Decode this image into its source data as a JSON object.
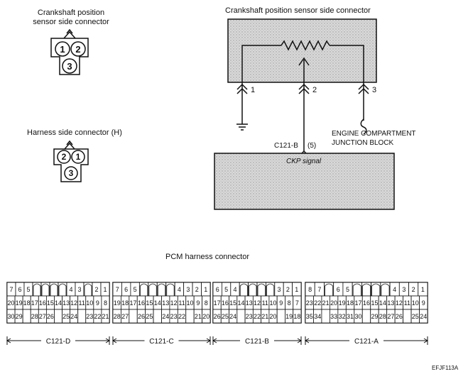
{
  "left_sensor": {
    "title_line1": "Crankshaft position",
    "title_line2": "sensor side connector",
    "pins": [
      "1",
      "2",
      "3"
    ]
  },
  "left_harness": {
    "title": "Harness side connector (H)",
    "pins": [
      "2",
      "1",
      "3"
    ]
  },
  "schematic": {
    "sensor_title": "Crankshaft position sensor side connector",
    "pin1": "1",
    "pin2": "2",
    "pin3": "3",
    "junction_line1": "ENGINE COMPARTMENT",
    "junction_line2": "JUNCTION BLOCK",
    "pcm_pin_label": "C121-B",
    "pcm_pin_number": "(5)",
    "signal_label": "CKP signal"
  },
  "pcm": {
    "title": "PCM harness connector",
    "connectors": [
      {
        "name": "C121-D",
        "rows": [
          [
            "7",
            "6",
            "5",
            "",
            "",
            "",
            "",
            "4",
            "3",
            "",
            "2",
            "1"
          ],
          [
            "20",
            "19",
            "18",
            "17",
            "16",
            "15",
            "14",
            "13",
            "12",
            "11",
            "10",
            "9",
            "8"
          ],
          [
            "30",
            "29",
            "",
            "28",
            "27",
            "26",
            "",
            "25",
            "24",
            "",
            "23",
            "22",
            "21"
          ]
        ]
      },
      {
        "name": "C121-C",
        "rows": [
          [
            "7",
            "6",
            "5",
            "",
            "",
            "",
            "",
            "4",
            "3",
            "2",
            "1"
          ],
          [
            "19",
            "18",
            "17",
            "16",
            "15",
            "14",
            "13",
            "12",
            "11",
            "10",
            "9",
            "8"
          ],
          [
            "28",
            "27",
            "",
            "26",
            "25",
            "",
            "24",
            "23",
            "22",
            "",
            "21",
            "20"
          ]
        ]
      },
      {
        "name": "C121-B",
        "rows": [
          [
            "6",
            "5",
            "4",
            "",
            "",
            "",
            "",
            "3",
            "2",
            "1"
          ],
          [
            "17",
            "16",
            "15",
            "14",
            "13",
            "12",
            "11",
            "10",
            "9",
            "8",
            "7"
          ],
          [
            "26",
            "25",
            "24",
            "",
            "23",
            "22",
            "21",
            "20",
            "",
            "19",
            "18"
          ]
        ]
      },
      {
        "name": "C121-A",
        "rows": [
          [
            "8",
            "7",
            "",
            "6",
            "5",
            "",
            "",
            "",
            "",
            "4",
            "3",
            "2",
            "1"
          ],
          [
            "23",
            "22",
            "21",
            "20",
            "19",
            "18",
            "17",
            "16",
            "15",
            "14",
            "13",
            "12",
            "11",
            "10",
            "9"
          ],
          [
            "35",
            "34",
            "",
            "33",
            "32",
            "31",
            "30",
            "",
            "29",
            "28",
            "27",
            "26",
            "",
            "25",
            "24"
          ]
        ]
      }
    ]
  },
  "figure_id": "EFJF113A"
}
